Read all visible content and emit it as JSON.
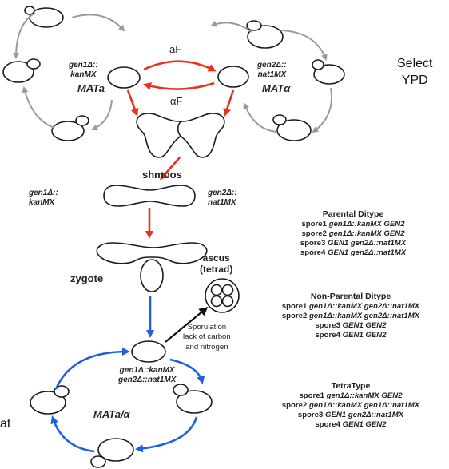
{
  "labels": {
    "aF": "aF",
    "alphaF": "αF",
    "mata": "MATa",
    "matalpha": "MATα",
    "gen1_top": [
      "gen1Δ::",
      "kanMX"
    ],
    "gen2_top": [
      "gen2Δ::",
      "nat1MX"
    ],
    "shmoos": "shmoos",
    "gen1_mid": [
      "gen1Δ::",
      "kanMX"
    ],
    "gen2_mid": [
      "gen2Δ::",
      "nat1MX"
    ],
    "zygote": "zygote",
    "ascus": [
      "ascus",
      "(tetrad)"
    ],
    "sporulation": [
      "Sporulation",
      "lack of carbon",
      "and nitrogen"
    ],
    "diploid": [
      "gen1Δ::kanMX",
      "gen2Δ::nat1MX"
    ],
    "mata_alpha": "MATa/α",
    "select_partial": [
      "Select",
      "YPD"
    ],
    "left_partial": "at"
  },
  "panels": [
    {
      "title": "Parental Ditype",
      "lines": [
        [
          "spore1 ",
          "gen1Δ::kanMX GEN2"
        ],
        [
          "spore2 ",
          "gen1Δ::kanMX GEN2"
        ],
        [
          "spore3 ",
          "GEN1 gen2Δ::nat1MX"
        ],
        [
          "spore4 ",
          "GEN1 gen2Δ::nat1MX"
        ]
      ]
    },
    {
      "title": "Non-Parental Ditype",
      "lines": [
        [
          "spore1 ",
          "gen1Δ::kanMX gen2Δ::nat1MX"
        ],
        [
          "spore2 ",
          "gen1Δ::kanMX gen2Δ::nat1MX"
        ],
        [
          "spore3 ",
          "GEN1 GEN2"
        ],
        [
          "spore4 ",
          "GEN1 GEN2"
        ]
      ]
    },
    {
      "title": "TetraType",
      "lines": [
        [
          "spore1 ",
          "gen1Δ::kanMX GEN2"
        ],
        [
          "spore2 ",
          "gen1Δ::kanMX gen1Δ::nat1MX"
        ],
        [
          "spore3 ",
          "GEN1 gen2Δ::nat1MX"
        ],
        [
          "spore4 ",
          "GEN1 GEN2"
        ]
      ]
    }
  ],
  "colors": {
    "mating_arrow": "#e8321f",
    "sporulation_arrow": "#1f5fe0",
    "cycle_arrow": "#9a9a9a",
    "ascus_arrow": "#111111",
    "cell_outline": "#1b1b1b"
  }
}
